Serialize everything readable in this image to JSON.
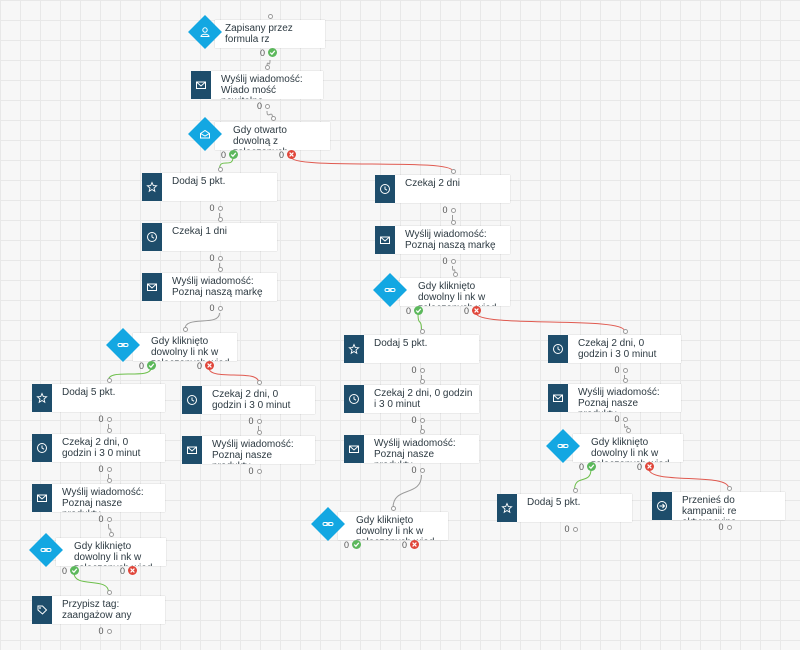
{
  "colors": {
    "tile": "#1e4d6b",
    "diamond": "#13a7e2",
    "yes": "#5cb85c",
    "no": "#e0463a",
    "connector": "#9a9a9a",
    "no_connector": "#e05a50",
    "yes_connector": "#6cbf4a"
  },
  "nodes": [
    {
      "id": "n1",
      "kind": "trigger",
      "icon": "user-icon",
      "label": "Zapisany przez formula rz",
      "count": "0"
    },
    {
      "id": "n2",
      "kind": "message",
      "icon": "envelope-icon",
      "label": "Wyślij wiadomość: Wiado mość powitalna",
      "count": "0"
    },
    {
      "id": "n3",
      "kind": "condition",
      "icon": "open-envelope-icon",
      "label": "Gdy otwarto dowolną z załączonych wiadomoś",
      "yes_count": "0",
      "no_count": "0"
    },
    {
      "id": "n4",
      "kind": "points",
      "icon": "star-icon",
      "label": "Dodaj 5 pkt.",
      "count": "0"
    },
    {
      "id": "n5",
      "kind": "wait",
      "icon": "clock-icon",
      "label": "Czekaj 2 dni",
      "count": "0"
    },
    {
      "id": "n6",
      "kind": "wait",
      "icon": "clock-icon",
      "label": "Czekaj 1 dni",
      "count": "0"
    },
    {
      "id": "n7",
      "kind": "message",
      "icon": "envelope-icon",
      "label": "Wyślij wiadomość: Poznaj naszą markę",
      "count": "0"
    },
    {
      "id": "n8",
      "kind": "message",
      "icon": "envelope-icon",
      "label": "Wyślij wiadomość: Poznaj naszą markę",
      "count": "0"
    },
    {
      "id": "n9",
      "kind": "condition",
      "icon": "link-icon",
      "label": "Gdy kliknięto dowolny li nk w załączonych wiad",
      "yes_count": "0",
      "no_count": "0"
    },
    {
      "id": "n10",
      "kind": "condition",
      "icon": "link-icon",
      "label": "Gdy kliknięto dowolny li nk w załączonych wiad",
      "yes_count": "0",
      "no_count": "0"
    },
    {
      "id": "n11",
      "kind": "points",
      "icon": "star-icon",
      "label": "Dodaj 5 pkt.",
      "count": "0"
    },
    {
      "id": "n12",
      "kind": "wait",
      "icon": "clock-icon",
      "label": "Czekaj 2 dni, 0 godzin i 3 0 minut",
      "count": "0"
    },
    {
      "id": "n13",
      "kind": "points",
      "icon": "star-icon",
      "label": "Dodaj 5 pkt.",
      "count": "0"
    },
    {
      "id": "n14",
      "kind": "wait",
      "icon": "clock-icon",
      "label": "Czekaj 2 dni, 0 godzin i 3 0 minut",
      "count": "0"
    },
    {
      "id": "n15",
      "kind": "wait",
      "icon": "clock-icon",
      "label": "Czekaj 2 dni, 0 godzin i 3 0 minut",
      "count": "0"
    },
    {
      "id": "n16",
      "kind": "wait",
      "icon": "clock-icon",
      "label": "Czekaj 2 dni, 0 godzin i 3 0 minut",
      "count": "0"
    },
    {
      "id": "n17",
      "kind": "message",
      "icon": "envelope-icon",
      "label": "Wyślij wiadomość: Poznaj nasze produkty",
      "count": "0"
    },
    {
      "id": "n18",
      "kind": "message",
      "icon": "envelope-icon",
      "label": "Wyślij wiadomość: Poznaj nasze produkty",
      "count": "0"
    },
    {
      "id": "n19",
      "kind": "message",
      "icon": "envelope-icon",
      "label": "Wyślij wiadomość: Poznaj nasze produkty",
      "count": "0"
    },
    {
      "id": "n20",
      "kind": "message",
      "icon": "envelope-icon",
      "label": "Wyślij wiadomość: Poznaj nasze produkty",
      "count": "0"
    },
    {
      "id": "n21",
      "kind": "condition",
      "icon": "link-icon",
      "label": "Gdy kliknięto dowolny li nk w załączonych wiad",
      "yes_count": "0",
      "no_count": "0"
    },
    {
      "id": "n22",
      "kind": "condition",
      "icon": "link-icon",
      "label": "Gdy kliknięto dowolny li nk w załączonych wiad",
      "yes_count": "0",
      "no_count": "0"
    },
    {
      "id": "n23",
      "kind": "condition",
      "icon": "link-icon",
      "label": "Gdy kliknięto dowolny li nk w załączonych wiad",
      "yes_count": "0",
      "no_count": "0"
    },
    {
      "id": "n24",
      "kind": "points",
      "icon": "star-icon",
      "label": "Dodaj 5 pkt.",
      "count": "0"
    },
    {
      "id": "n25",
      "kind": "move",
      "icon": "arrow-circle-icon",
      "label": "Przenieś do kampanii: re aktywacyjna",
      "count": "0"
    },
    {
      "id": "n26",
      "kind": "tag",
      "icon": "tag-icon",
      "label": "Przypisz tag: zaangażow any",
      "count": "0"
    }
  ],
  "edges": [
    {
      "from": "n1",
      "to": "n2",
      "branch": "next"
    },
    {
      "from": "n2",
      "to": "n3",
      "branch": "next"
    },
    {
      "from": "n3",
      "to": "n4",
      "branch": "yes"
    },
    {
      "from": "n3",
      "to": "n5",
      "branch": "no"
    },
    {
      "from": "n4",
      "to": "n6",
      "branch": "next"
    },
    {
      "from": "n6",
      "to": "n7",
      "branch": "next"
    },
    {
      "from": "n7",
      "to": "n9",
      "branch": "next"
    },
    {
      "from": "n5",
      "to": "n8",
      "branch": "next"
    },
    {
      "from": "n8",
      "to": "n10",
      "branch": "next"
    },
    {
      "from": "n9",
      "to": "n11",
      "branch": "yes"
    },
    {
      "from": "n9",
      "to": "n12",
      "branch": "no"
    },
    {
      "from": "n10",
      "to": "n13",
      "branch": "yes"
    },
    {
      "from": "n10",
      "to": "n16",
      "branch": "no"
    },
    {
      "from": "n11",
      "to": "n14",
      "branch": "next"
    },
    {
      "from": "n14",
      "to": "n17",
      "branch": "next"
    },
    {
      "from": "n17",
      "to": "n21",
      "branch": "next"
    },
    {
      "from": "n12",
      "to": "n18",
      "branch": "next"
    },
    {
      "from": "n13",
      "to": "n15",
      "branch": "next"
    },
    {
      "from": "n15",
      "to": "n19",
      "branch": "next"
    },
    {
      "from": "n19",
      "to": "n22",
      "branch": "next"
    },
    {
      "from": "n16",
      "to": "n20",
      "branch": "next"
    },
    {
      "from": "n20",
      "to": "n23",
      "branch": "next"
    },
    {
      "from": "n23",
      "to": "n24",
      "branch": "yes"
    },
    {
      "from": "n23",
      "to": "n25",
      "branch": "no"
    },
    {
      "from": "n21",
      "to": "n26",
      "branch": "yes"
    }
  ]
}
